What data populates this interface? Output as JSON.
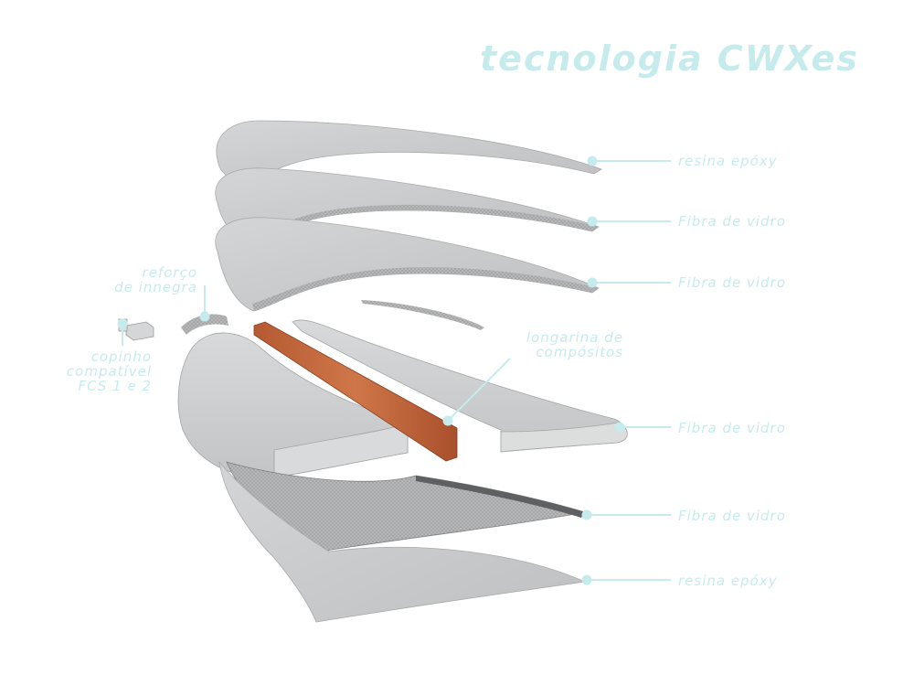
{
  "title": "tecnologia CWXes",
  "accent_color": "#c6ebed",
  "spar_color": "#c0683e",
  "layer_color": "#c7c8c9",
  "labels": {
    "top_resin": "resina epóxy",
    "glass_1": "Fibra de vidro",
    "glass_2": "Fibra de vidro",
    "core_glass": "Fibra de vidro",
    "glass_bottom": "Fibra de vidro",
    "bottom_resin": "resina epóxy",
    "reinforcement_line1": "reforço",
    "reinforcement_line2": "de innegra",
    "fin_box_line1": "copinho",
    "fin_box_line2": "compatível",
    "fin_box_line3": "FCS 1 e 2",
    "stringer_line1": "longarina de",
    "stringer_line2": "compósitos"
  }
}
